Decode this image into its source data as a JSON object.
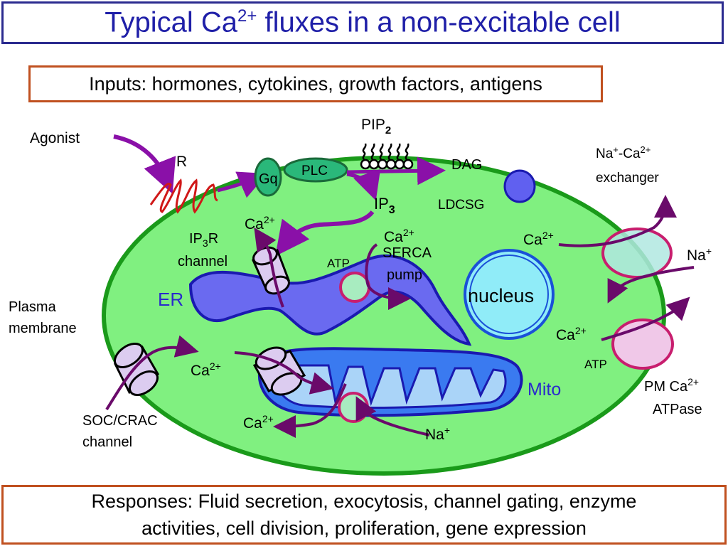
{
  "title": {
    "main": "Typical Ca",
    "sup": "2+",
    "rest": " fluxes in a non-excitable cell"
  },
  "inputs": "Inputs: hormones, cytokines, growth factors, antigens",
  "responses": {
    "line1": "Responses: Fluid secretion, exocytosis, channel gating, enzyme",
    "line2": "activities, cell division, proliferation, gene expression"
  },
  "labels": {
    "agonist": "Agonist",
    "receptor": "R",
    "gq": "Gq",
    "plc": "PLC",
    "pip_base": "PIP",
    "pip_sub": "2",
    "dag": "DAG",
    "ip3_base": "IP",
    "ip3_sub": "3",
    "ldcsg": "LDCSG",
    "ca": "Ca",
    "ca_sup": "2+",
    "ip3r_line1_base": "IP",
    "ip3r_line1_sub": "3",
    "ip3r_line1_rest": "R",
    "ip3r_line2": "channel",
    "atp": "ATP",
    "serca_line1": "SERCA",
    "serca_line2": "pump",
    "er": "ER",
    "nucleus": "nucleus",
    "plasma_line1": "Plasma",
    "plasma_line2": "membrane",
    "nca_line1_na": "Na",
    "nca_line1_na_sup": "+",
    "nca_line1_rest": "-Ca",
    "nca_line1_ca_sup": "2+",
    "nca_line2": "exchanger",
    "na": "Na",
    "na_sup": "+",
    "mito": "Mito",
    "soc_line1": "SOC/CRAC",
    "soc_line2": "channel",
    "pmca_line1_base": "PM Ca",
    "pmca_line1_sup": "2+",
    "pmca_line2": "ATPase"
  },
  "colors": {
    "cell_fill": "#80f080",
    "cell_border": "#1a9a1a",
    "er_fill": "#6a6af0",
    "er_border": "#1a1ab0",
    "nucleus_fill": "#90ecf8",
    "nucleus_border": "#1a50d8",
    "arrow_purple": "#8a10a8",
    "exchanger_pink": "#c81e6e",
    "channel_fill": "#dcccf0",
    "title_blue": "#1f1fa8",
    "box_orange": "#c0501f"
  }
}
